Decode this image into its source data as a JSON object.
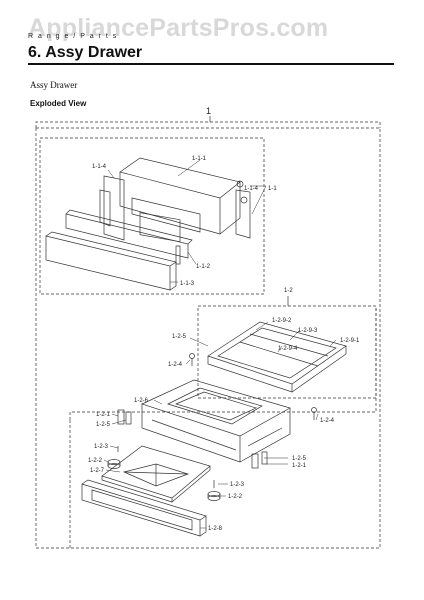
{
  "watermark": "AppliancePartsPros.com",
  "page": {
    "running_head": "R a n g e   /   P a r t s",
    "title": "6.  Assy Drawer",
    "subtitle": "Assy Drawer",
    "section_label": "Exploded View"
  },
  "callouts": {
    "main": "1",
    "drawer_group": "1-1",
    "drawer_box": "1-1-1",
    "front_bracket": "1-1-2",
    "front_panel": "1-1-3",
    "side_rail_left": "1-1-4",
    "side_rail_right": "1-1-4",
    "frame_group": "1-2",
    "frame_rail_1": "1-2-9-1",
    "frame_rail_2": "1-2-9-2",
    "frame_rail_3": "1-2-9-3",
    "frame_rail_4": "1-2-9-4",
    "frame_leg": "1-2-5",
    "frame_screw_left": "1-2-4",
    "frame_screw_right": "1-2-4",
    "tray_assembly": "1-2-6",
    "clip_left": "1-2-1",
    "clip_left_screw": "1-2-5",
    "foot_screw_left": "1-2-3",
    "foot_left": "1-2-2",
    "base_plate": "1-2-7",
    "clip_right_screw": "1-2-5",
    "clip_right": "1-2-1",
    "foot_screw_right": "1-2-3",
    "foot_right": "1-2-2",
    "bottom_panel": "1-2-8"
  }
}
